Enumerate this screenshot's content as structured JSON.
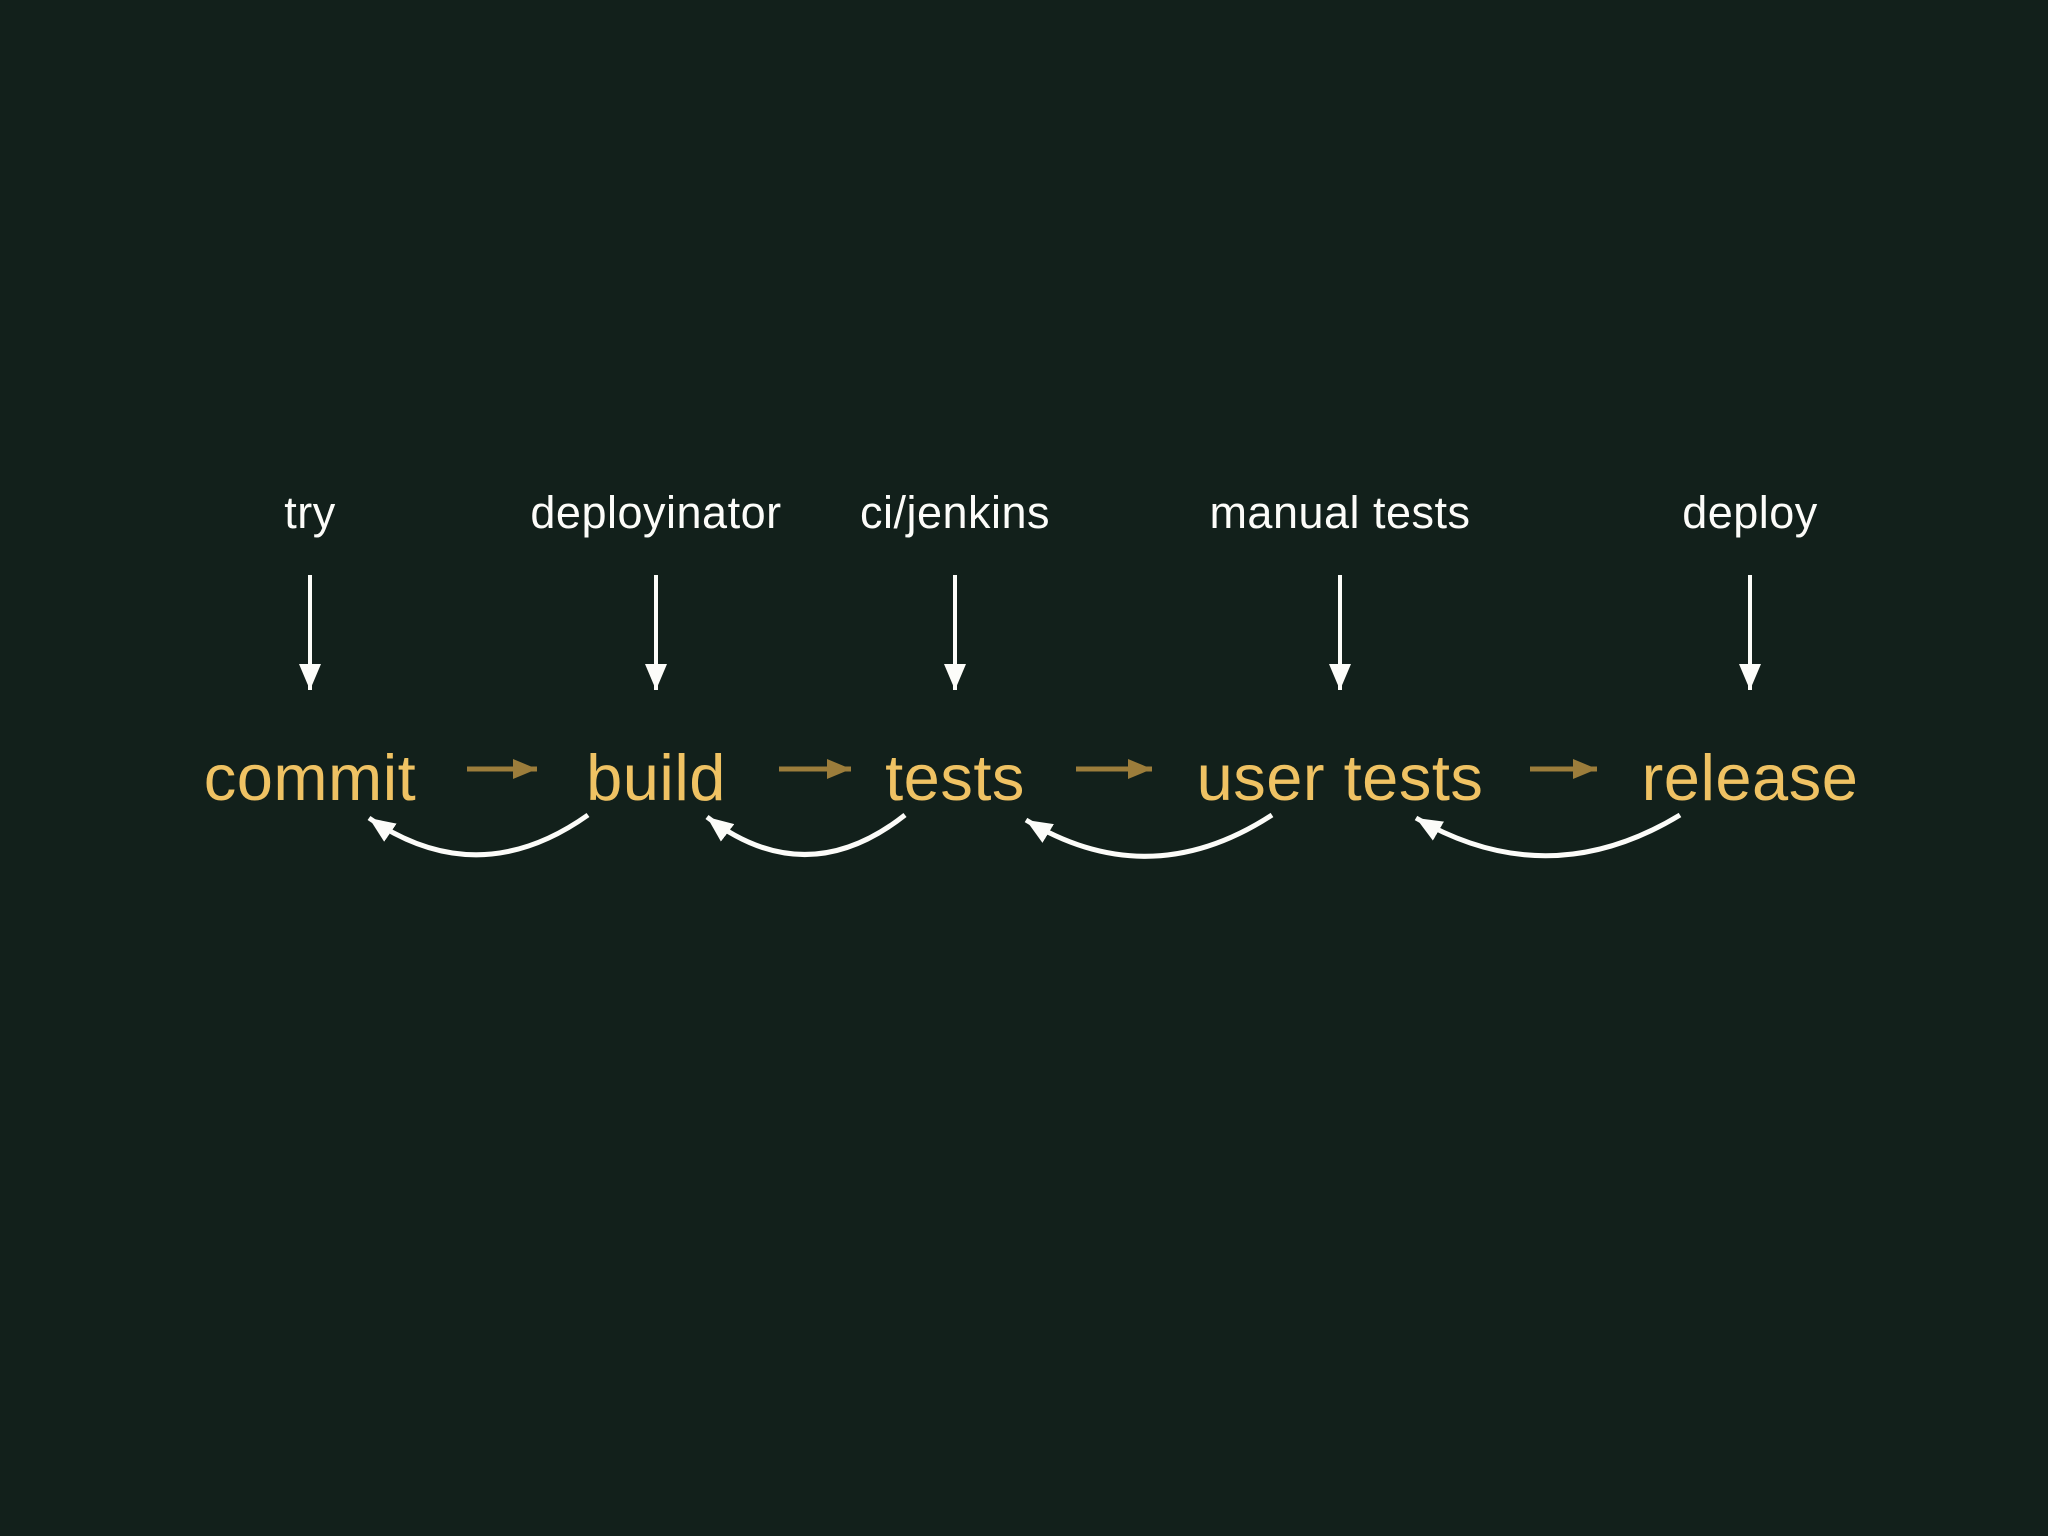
{
  "diagram": {
    "stages": [
      {
        "name": "commit",
        "tool": "try"
      },
      {
        "name": "build",
        "tool": "deployinator"
      },
      {
        "name": "tests",
        "tool": "ci/jenkins"
      },
      {
        "name": "user tests",
        "tool": "manual tests"
      },
      {
        "name": "release",
        "tool": "deploy"
      }
    ],
    "forward_flow": [
      {
        "from": "commit",
        "to": "build"
      },
      {
        "from": "build",
        "to": "tests"
      },
      {
        "from": "tests",
        "to": "user tests"
      },
      {
        "from": "user tests",
        "to": "release"
      }
    ],
    "feedback_flow": [
      {
        "from": "build",
        "to": "commit"
      },
      {
        "from": "tests",
        "to": "build"
      },
      {
        "from": "user tests",
        "to": "tests"
      },
      {
        "from": "release",
        "to": "user tests"
      }
    ],
    "colors": {
      "background": "#12201b",
      "stage_text": "#efc263",
      "tool_text": "#fcfcf9",
      "forward_arrow": "#9c7d3b",
      "feedback_arrow": "#fcfcf9"
    }
  }
}
